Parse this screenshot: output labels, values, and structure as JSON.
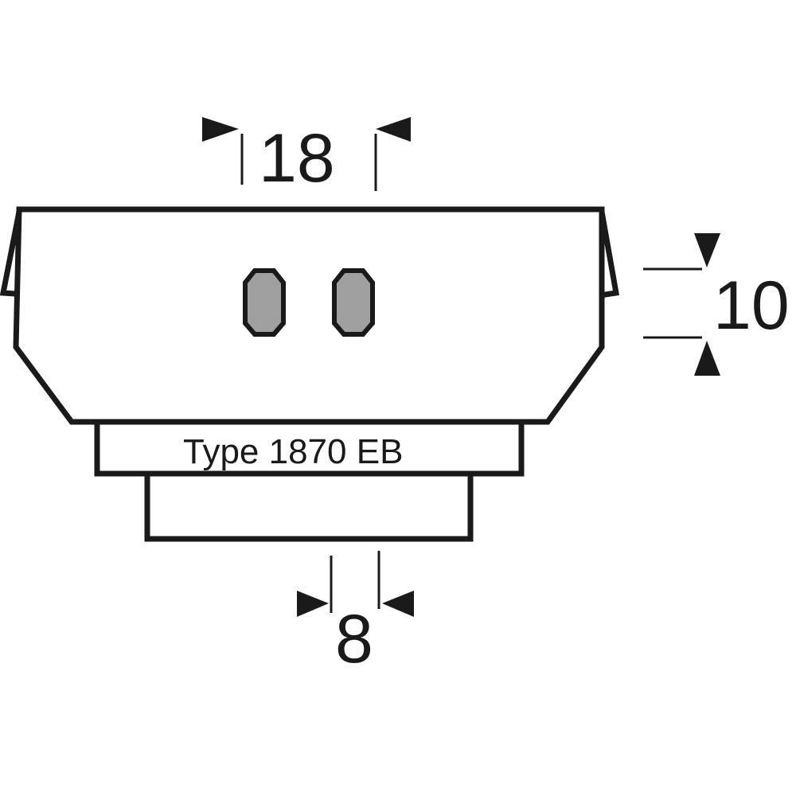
{
  "diagram": {
    "type_label": "Type 1870 EB",
    "dimensions": {
      "top_width": "18",
      "side_height": "10",
      "bottom_width": "8"
    },
    "colors": {
      "line": "#1a1a1a",
      "slot_fill": "#a0a0a0",
      "background": "#ffffff"
    }
  }
}
